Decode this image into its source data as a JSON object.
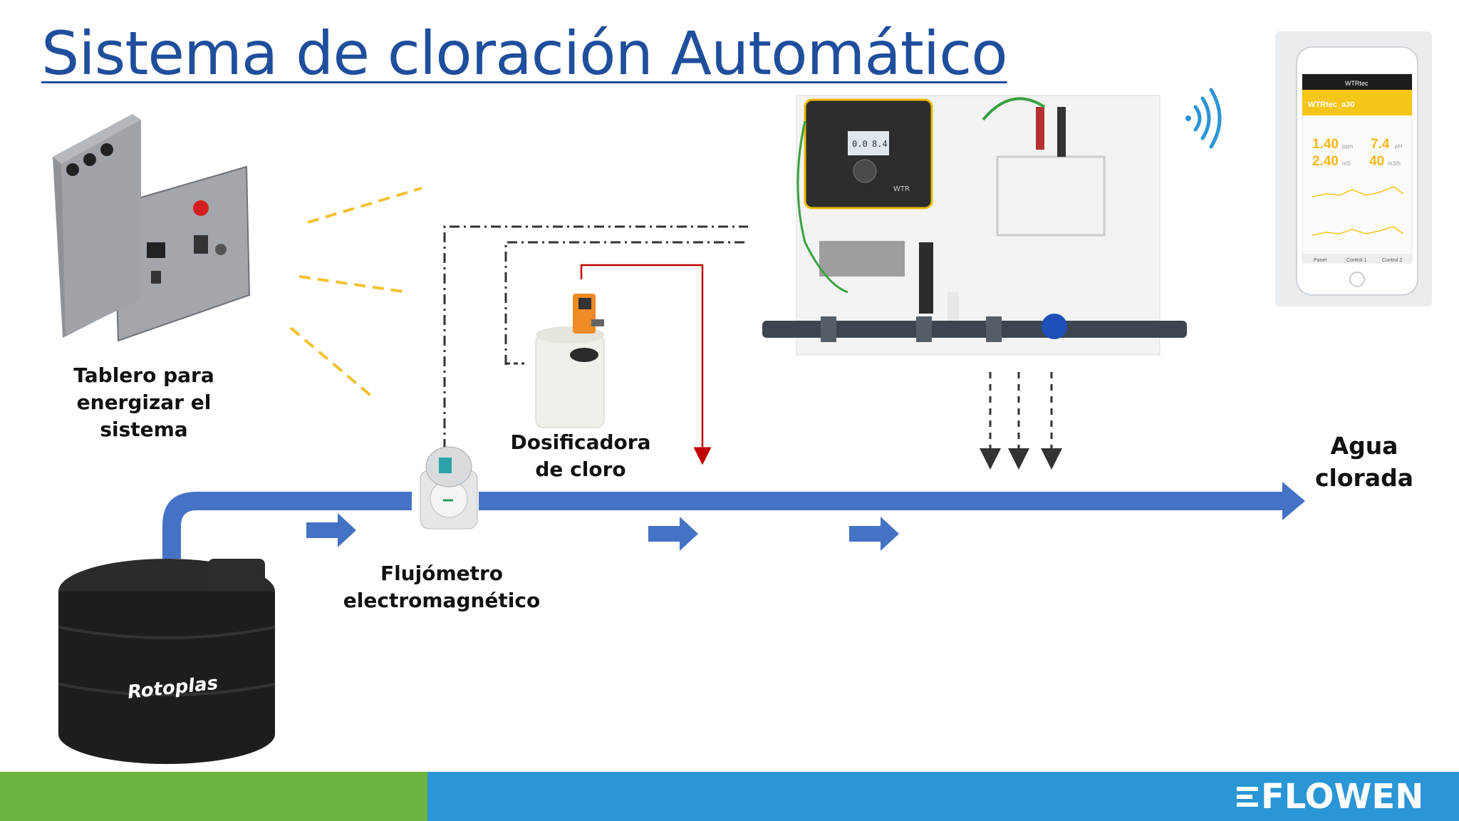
{
  "title": "Sistema de cloración Automático",
  "labels": {
    "tablero": "Tablero para energizar el sistema",
    "dosificadora": "Dosificadora de cloro",
    "flujometro": "Flujómetro electromagnético",
    "agua": "Agua clorada"
  },
  "tank_brand": "Rotoplas",
  "controller_readings": [
    "0.0",
    "8.4"
  ],
  "controller_brand": "WTR",
  "phone": {
    "app_name": "WTRtec",
    "device": "WTRtec_a30",
    "readings": [
      {
        "value": "1.40",
        "unit": "ppm"
      },
      {
        "value": "7.4",
        "unit": "pH"
      },
      {
        "value": "2.40",
        "unit": "mS"
      },
      {
        "value": "40",
        "unit": "m3/h"
      }
    ],
    "tabs": [
      "Panel",
      "Control 1",
      "Control 2"
    ]
  },
  "footer": {
    "logo": "FLOWEN"
  },
  "colors": {
    "title": "#1f4e9c",
    "pipe": "#4472c4",
    "signal_red": "#c00000",
    "dash_yellow": "#f2c12e",
    "wifi": "#2a96d6",
    "footer_green": "#6db33f",
    "footer_blue": "#2a96d6"
  }
}
